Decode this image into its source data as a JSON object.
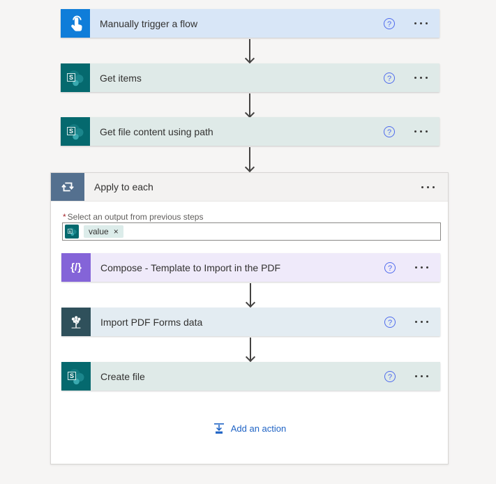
{
  "colors": {
    "trigger_blue": "#0f7dd9",
    "sharepoint_teal": "#05696e",
    "compose_purple": "#8464d8",
    "scope_slate_blue": "#54708f",
    "pdf_connector_dark": "#2f505b",
    "help_outline_blue": "#4f6bed",
    "add_action_blue": "#2064c5",
    "arrow_gray": "#444241",
    "required_red": "#a4262c"
  },
  "flow": {
    "cards": [
      {
        "title": "Manually trigger a flow"
      },
      {
        "title": "Get items"
      },
      {
        "title": "Get file content using path"
      }
    ],
    "scope": {
      "title": "Apply to each",
      "required_marker": "*",
      "input_label": "Select an output from previous steps",
      "token": {
        "label": "value",
        "remove_icon": "×"
      },
      "cards": [
        {
          "title": "Compose - Template to Import in the PDF"
        },
        {
          "title": "Import PDF Forms data"
        },
        {
          "title": "Create file"
        }
      ],
      "add_action_label": "Add an action"
    }
  },
  "icons": {
    "help": "?",
    "compose_glyph": "{/}"
  }
}
